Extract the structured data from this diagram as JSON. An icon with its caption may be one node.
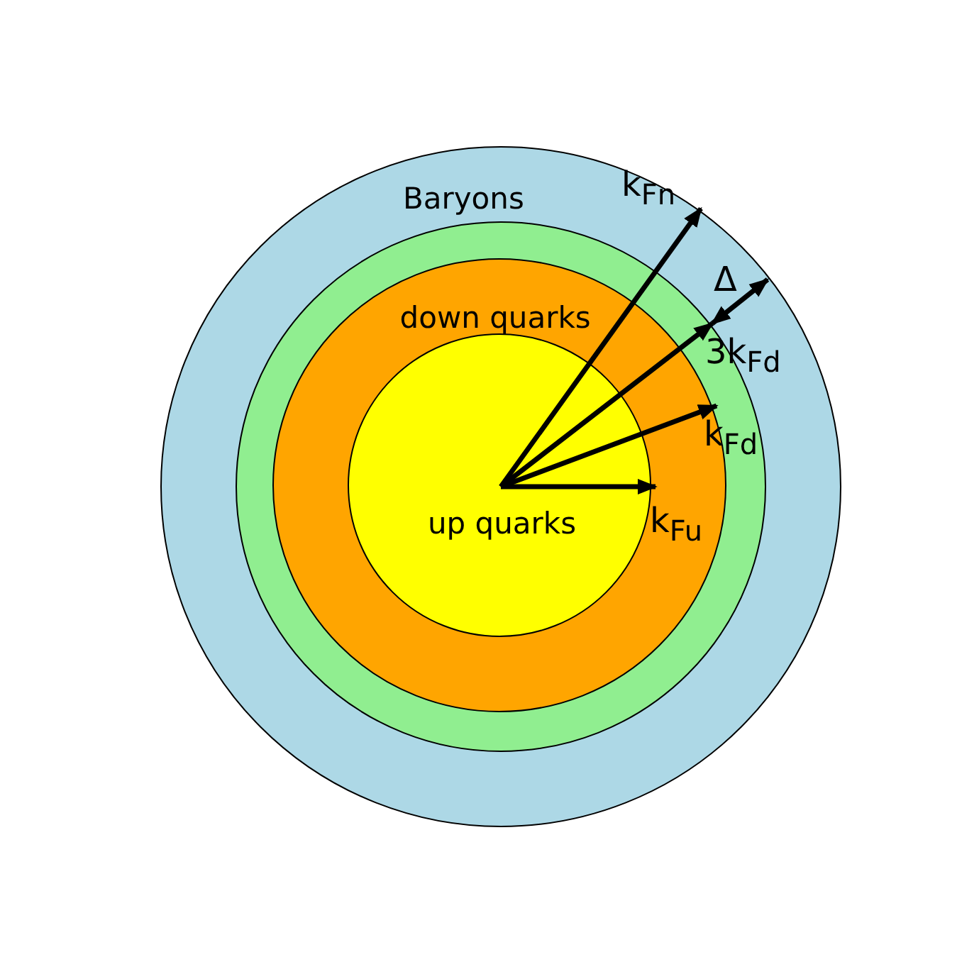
{
  "diagram": {
    "nodes": [
      {
        "text": [
          "Baryons"
        ]
      },
      {
        "text": [],
        "shape": "circle",
        "in": 0
      },
      {
        "text": [
          "down quarks"
        ],
        "in": 1
      },
      {
        "text": [
          "up quarks"
        ],
        "in": 2
      }
    ],
    "labels": [
      "k$_{Fn}$",
      "Δ",
      "3k$_{Fd}$",
      "k$_{Fd}$",
      "k$_{Fu}$"
    ]
  }
}
